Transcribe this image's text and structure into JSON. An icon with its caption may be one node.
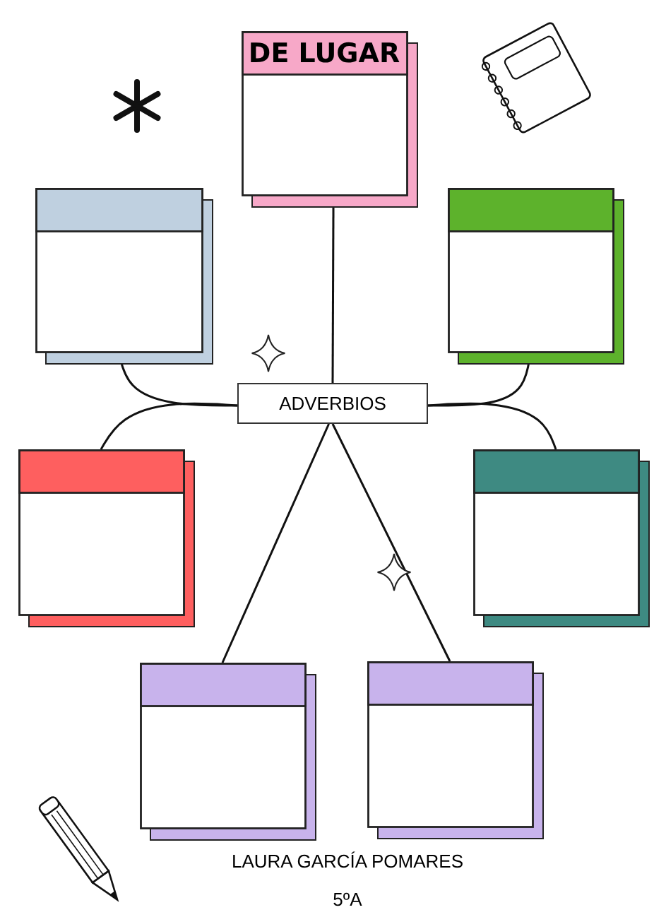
{
  "diagram": {
    "nodes": [
      {
        "text": [
          "DE LUGAR"
        ]
      },
      {
        "text": [],
        "shape": "box"
      },
      {
        "text": [],
        "shape": "box"
      },
      {
        "text": [
          "ADVERBIOS"
        ]
      },
      {
        "text": [],
        "shape": "box"
      },
      {
        "text": [],
        "shape": "box"
      },
      {
        "text": [],
        "shape": "box"
      },
      {
        "text": [],
        "shape": "box"
      }
    ],
    "edges": [
      {
        "from": 3,
        "to": 0,
        "arrow": "none"
      },
      {
        "from": 3,
        "to": 1,
        "arrow": "none"
      },
      {
        "from": 3,
        "to": 2,
        "arrow": "none"
      },
      {
        "from": 3,
        "to": 4,
        "arrow": "none"
      },
      {
        "from": 3,
        "to": 5,
        "arrow": "none"
      },
      {
        "from": 3,
        "to": 6,
        "arrow": "none"
      },
      {
        "from": 3,
        "to": 7,
        "arrow": "none"
      }
    ],
    "labels": [
      "LAURA GARCÍA POMARES",
      "5ºA"
    ]
  }
}
